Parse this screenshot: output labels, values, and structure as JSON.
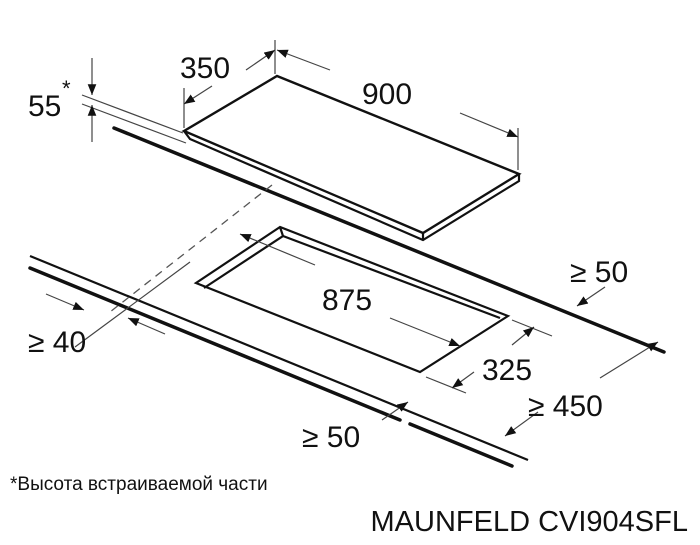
{
  "dimensions": {
    "hob_depth": "350",
    "hob_width": "900",
    "built_in_height": "55",
    "built_in_height_mark": "*",
    "cutout_width": "875",
    "cutout_depth": "325",
    "back_clearance": "≥ 50",
    "side_clearance": "≥ 40",
    "countertop_depth": "≥ 450",
    "front_clearance": "≥ 50"
  },
  "footnote": "*Высота встраиваемой части",
  "model": "MAUNFELD CVI904SFL"
}
